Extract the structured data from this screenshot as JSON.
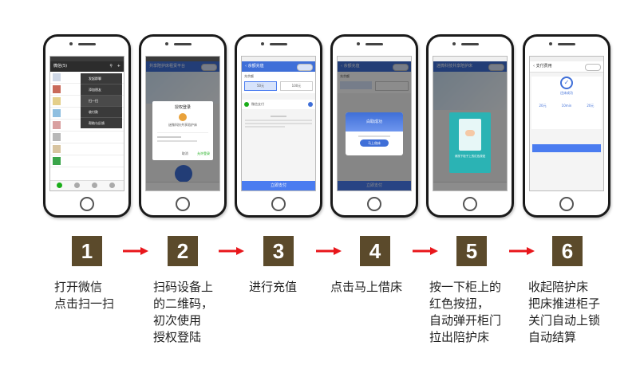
{
  "steps": [
    {
      "number": "1",
      "text": "打开微信\n点击扫一扫"
    },
    {
      "number": "2",
      "text": "扫码设备上\n的二维码，\n初次使用\n授权登陆"
    },
    {
      "number": "3",
      "text": "进行充值"
    },
    {
      "number": "4",
      "text": "点击马上借床"
    },
    {
      "number": "5",
      "text": "按一下柜上的\n红色按扭，\n自动弹开柜门\n拉出陪护床"
    },
    {
      "number": "6",
      "text": "收起陪护床\n把床推进柜子\n关门自动上锁\n自动结算"
    }
  ],
  "screens": {
    "s1": {
      "header": "微信(5)",
      "menu": [
        "发起群聊",
        "添加朋友",
        "扫一扫",
        "收付款",
        "帮助与反馈"
      ]
    },
    "s2": {
      "header": "共享陪护床租赁平台",
      "dialog_title": "授权登录",
      "dialog_app": "迷微科技共享陪护床",
      "btn_cancel": "取消",
      "btn_allow": "允许登录"
    },
    "s3": {
      "header": "余额充值",
      "label_amount": "充余额",
      "opt1": "50元",
      "opt2": "100元",
      "pay_method": "微信支付",
      "pay_btn": "立即支付"
    },
    "s4": {
      "header": "余额充值",
      "label_amount": "充余额",
      "card_title": "白取成功",
      "card_btn": "马上借床",
      "pay_btn": "立即支付"
    },
    "s5": {
      "header": "迷微科技共享陪护床",
      "hint": "请按下柜子上的红色按钮"
    },
    "s6": {
      "header": "支付费用",
      "done": "还床成功",
      "stats": [
        "20元",
        "10min",
        "20元"
      ]
    }
  },
  "colors": {
    "step_box": "#5b4a2b",
    "arrow": "#e8161b",
    "accent_blue": "#4a7cf0"
  }
}
